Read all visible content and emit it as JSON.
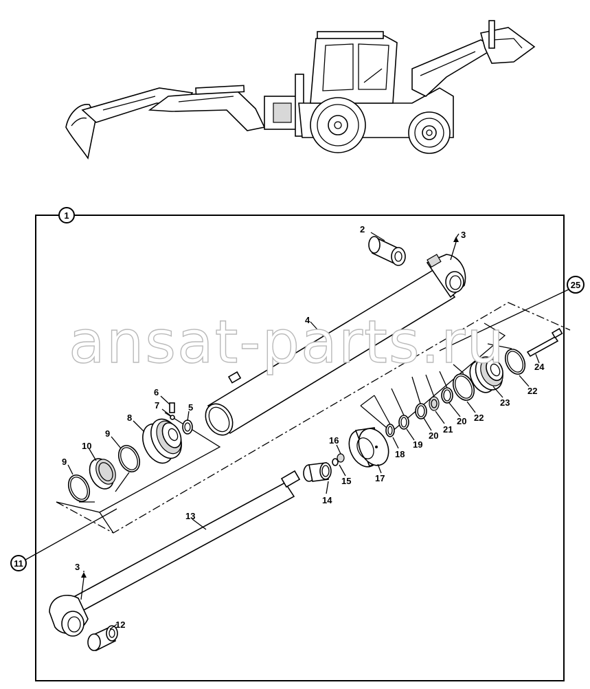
{
  "watermark": "ansat-parts.ru",
  "group_callouts": {
    "assembly": "1",
    "kit_a": "11",
    "kit_b": "25"
  },
  "part_labels": {
    "p2": "2",
    "p3_top": "3",
    "p4": "4",
    "p5": "5",
    "p6": "6",
    "p7": "7",
    "p8": "8",
    "p9_a": "9",
    "p9_b": "9",
    "p10": "10",
    "p12": "12",
    "p13": "13",
    "p3_bottom": "3",
    "p14": "14",
    "p15": "15",
    "p16": "16",
    "p17": "17",
    "p18": "18",
    "p19": "19",
    "p20_a": "20",
    "p20_b": "20",
    "p21": "21",
    "p22_a": "22",
    "p22_b": "22",
    "p23": "23",
    "p24": "24"
  },
  "colors": {
    "line": "#000000",
    "watermark_stroke": "#b9b9b9",
    "background": "#ffffff"
  }
}
